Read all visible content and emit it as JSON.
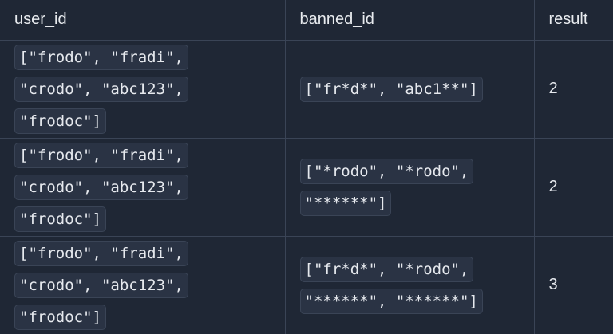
{
  "table": {
    "headers": [
      "user_id",
      "banned_id",
      "result"
    ],
    "rows": [
      {
        "user_id": "[\"frodo\", \"fradi\", \"crodo\", \"abc123\", \"frodoc\"]",
        "banned_id": "[\"fr*d*\", \"abc1**\"]",
        "result": "2"
      },
      {
        "user_id": "[\"frodo\", \"fradi\", \"crodo\", \"abc123\", \"frodoc\"]",
        "banned_id": "[\"*rodo\", \"*rodo\", \"******\"]",
        "result": "2"
      },
      {
        "user_id": "[\"frodo\", \"fradi\", \"crodo\", \"abc123\", \"frodoc\"]",
        "banned_id": "[\"fr*d*\", \"*rodo\", \"******\", \"******\"]",
        "result": "3"
      }
    ]
  }
}
